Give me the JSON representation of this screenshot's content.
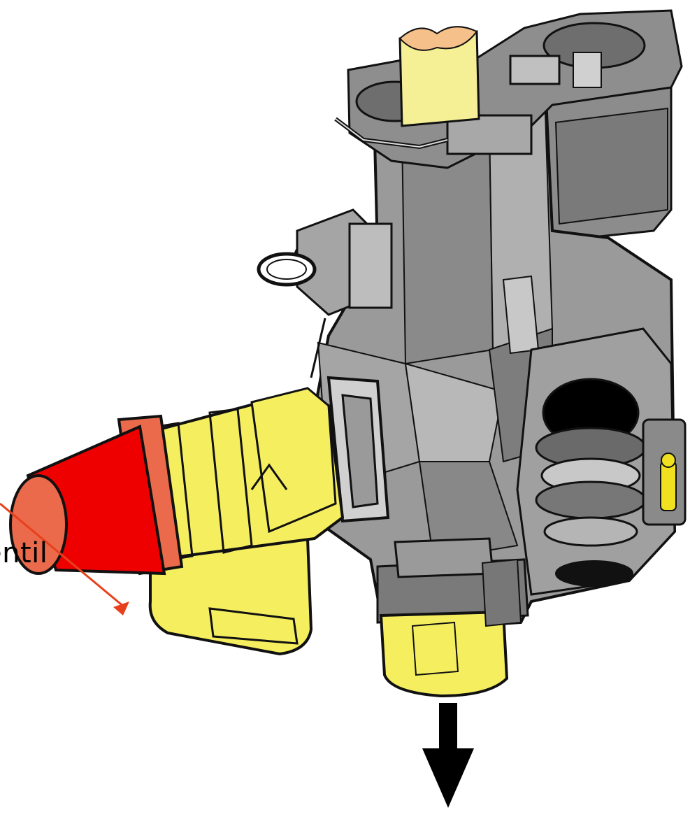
{
  "diagram": {
    "callout": {
      "label": "entil",
      "arrow_color": "#e8401c"
    },
    "flow_direction": "down",
    "colors": {
      "body_gray": "#9a9a9a",
      "body_gray_dark": "#6e6e6e",
      "body_gray_light": "#c4c4c4",
      "fitting_yellow": "#f5f07a",
      "cap_red": "#ef0000",
      "cap_salmon": "#ec6a4c",
      "cap_top": "#f5c08a",
      "outline": "#111111"
    },
    "parts": [
      "valve-body",
      "top-pipe",
      "top-bracket",
      "safety-valve-cap",
      "inlet-fitting",
      "outlet-fitting",
      "ring-handle",
      "internal-chamber",
      "indicator",
      "flow-arrow"
    ]
  }
}
